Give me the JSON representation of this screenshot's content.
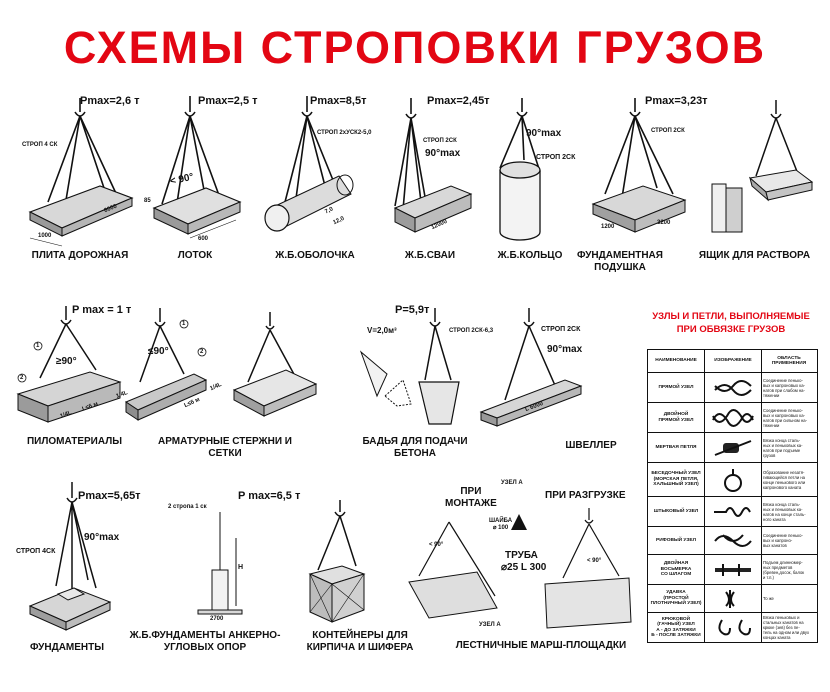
{
  "title": "СХЕМЫ СТРОПОВКИ ГРУЗОВ",
  "colors": {
    "title": "#e30613",
    "ink": "#111111",
    "fill": "#cfcfcf"
  },
  "row1": [
    {
      "caption": "ПЛИТА ДОРОЖНАЯ",
      "pmax": "Pmax=2,6 т",
      "labels": [
        "СТРОП 4 СК",
        "1000",
        "6000"
      ]
    },
    {
      "caption": "ЛОТОК",
      "pmax": "Pmax=2,5 т",
      "labels": [
        "< 90°",
        "85",
        "600"
      ]
    },
    {
      "caption": "Ж.Б.ОБОЛОЧКА",
      "pmax": "Pmax=8,5т",
      "labels": [
        "СТРОП 2хУСК2-5,0",
        "7,0",
        "12,0"
      ]
    },
    {
      "caption": "Ж.Б.СВАИ",
      "pmax": "Pmax=2,45т",
      "labels": [
        "СТРОП 2СК",
        "90°max",
        "12000"
      ]
    },
    {
      "caption": "Ж.Б.КОЛЬЦО",
      "pmax": "",
      "labels": [
        "90°max",
        "СТРОП 2СК"
      ]
    },
    {
      "caption": "ФУНДАМЕНТНАЯ\nПОДУШКА",
      "pmax": "Pmax=3,23т",
      "labels": [
        "СТРОП 2СК",
        "1200",
        "3200"
      ]
    },
    {
      "caption": "ЯЩИК ДЛЯ РАСТВОРА",
      "pmax": "",
      "labels": []
    }
  ],
  "row2": [
    {
      "caption": "ПИЛОМАТЕРИАЛЫ",
      "pmax": "P max = 1 т",
      "labels": [
        "≥90°",
        "1",
        "2",
        "1/4L",
        "L≤6 м",
        "1/4L"
      ]
    },
    {
      "caption": "АРМАТУРНЫЕ СТЕРЖНИ И СЕТКИ",
      "pmax": "",
      "labels": [
        "≤90°",
        "1",
        "2",
        "1/4L",
        "L≤6 м"
      ]
    },
    {
      "caption": "БАДЬЯ ДЛЯ ПОДАЧИ\nБЕТОНА",
      "pmax": "P=5,9т",
      "labels": [
        "V=2,0м³",
        "СТРОП 2СК-6,3"
      ]
    },
    {
      "caption": "ШВЕЛЛЕР",
      "pmax": "",
      "labels": [
        "СТРОП 2СК",
        "90°max",
        "L 6000"
      ]
    }
  ],
  "row3": [
    {
      "caption": "ФУНДАМЕНТЫ",
      "pmax": "Pmax=5,65т",
      "labels": [
        "СТРОП 4СК",
        "90°max"
      ]
    },
    {
      "caption": "Ж.Б.ФУНДАМЕНТЫ АНКЕРНО-\nУГЛОВЫХ ОПОР",
      "pmax": "P max=6,5 т",
      "labels": [
        "2 стропа 1 ск",
        "H",
        "2700"
      ]
    },
    {
      "caption": "КОНТЕЙНЕРЫ ДЛЯ\nКИРПИЧА И ШИФЕРА",
      "pmax": "",
      "labels": []
    },
    {
      "caption": "ЛЕСТНИЧНЫЕ МАРШ-ПЛОЩАДКИ",
      "pmax": "",
      "labels": [
        "ПРИ\nМОНТАЖЕ",
        "ПРИ РАЗГРУЗКЕ",
        "УЗЕЛ А",
        "ШАЙБА\n⌀ 100",
        "ТРУБА",
        "⌀25 L 300",
        "УЗЕЛ А",
        "< 90°",
        "< 90°"
      ]
    }
  ],
  "knots": {
    "title": "УЗЛЫ И ПЕТЛИ, ВЫПОЛНЯЕМЫЕ\nПРИ ОБВЯЗКЕ ГРУЗОВ",
    "headers": [
      "НАИМЕНОВАНИЕ",
      "ИЗОБРАЖЕНИЕ",
      "ОБЛАСТЬ\nПРИМЕНЕНИЯ"
    ],
    "rows": [
      {
        "name": "ПРЯМОЙ УЗЕЛ",
        "use": "Соединение пенько-\nвых и капроновых ка-\nнатов при слабом на-\nтяжении"
      },
      {
        "name": "ДВОЙНОЙ\nПРЯМОЙ УЗЕЛ",
        "use": "Соединение пенько-\nвых и капроновых ка-\nнатов при сильном на-\nтяжении"
      },
      {
        "name": "МЕРТВАЯ ПЕТЛЯ",
        "use": "Вязка конца сталь-\nных и пеньковых ка-\nнатов при подъеме\nгрузов"
      },
      {
        "name": "БЕСЕДОЧНЫЙ УЗЕЛ\n(МОРСКАЯ ПЕТЛЯ,\nХАЛЬШНЫЙ УЗЕЛ)",
        "use": "Образование незатя-\nгивающейся петли на\nконце пенькового или\nкапронового каната"
      },
      {
        "name": "ШТЫКОВЫЙ УЗЕЛ",
        "use": "Вязка конца сталь-\nных и пеньковых ка-\nнатов на конце сталь-\nного каната"
      },
      {
        "name": "РИФОВЫЙ УЗЕЛ",
        "use": "Соединение пенько-\nвых и капроно-\nвых канатов"
      },
      {
        "name": "ДВОЙНАЯ ВОСЬМЕРКА\nСО ШЛАГОМ",
        "use": "Подъем длинномер-\nных предметов\n(бревен,досок, балок\nи т.п.)"
      },
      {
        "name": "УДАВКА\n(ПРОСТОЙ\nПЛОТНИЧНЫЙ УЗЕЛ)",
        "use": "То же"
      },
      {
        "name": "КРЮКОВОЙ\n(ГАЧНЫЙ) УЗЕЛ\nА - ДО ЗАТЯЖКИ\nБ - ПОСЛЕ ЗАТЯЖКИ",
        "use": "Вязка пеньковых и\nстальных канатов на\nкрюке (зев) без пе-\nтель на одном или двух\nконцах каната"
      }
    ]
  }
}
